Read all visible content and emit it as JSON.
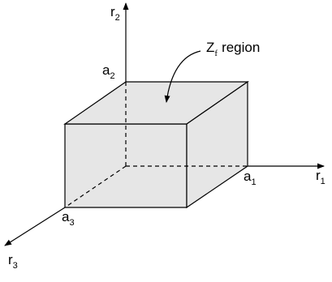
{
  "colors": {
    "stroke": "#000000",
    "box_fill": "#e6e6e6",
    "background": "#ffffff"
  },
  "axes": {
    "r1": {
      "letter": "r",
      "sub": "1"
    },
    "r2": {
      "letter": "r",
      "sub": "2"
    },
    "r3": {
      "letter": "r",
      "sub": "3"
    }
  },
  "ticks": {
    "a1": {
      "letter": "a",
      "sub": "1"
    },
    "a2": {
      "letter": "a",
      "sub": "2"
    },
    "a3": {
      "letter": "a",
      "sub": "3"
    }
  },
  "region_label": {
    "letter": "Z",
    "sub": "f",
    "text": "region"
  }
}
